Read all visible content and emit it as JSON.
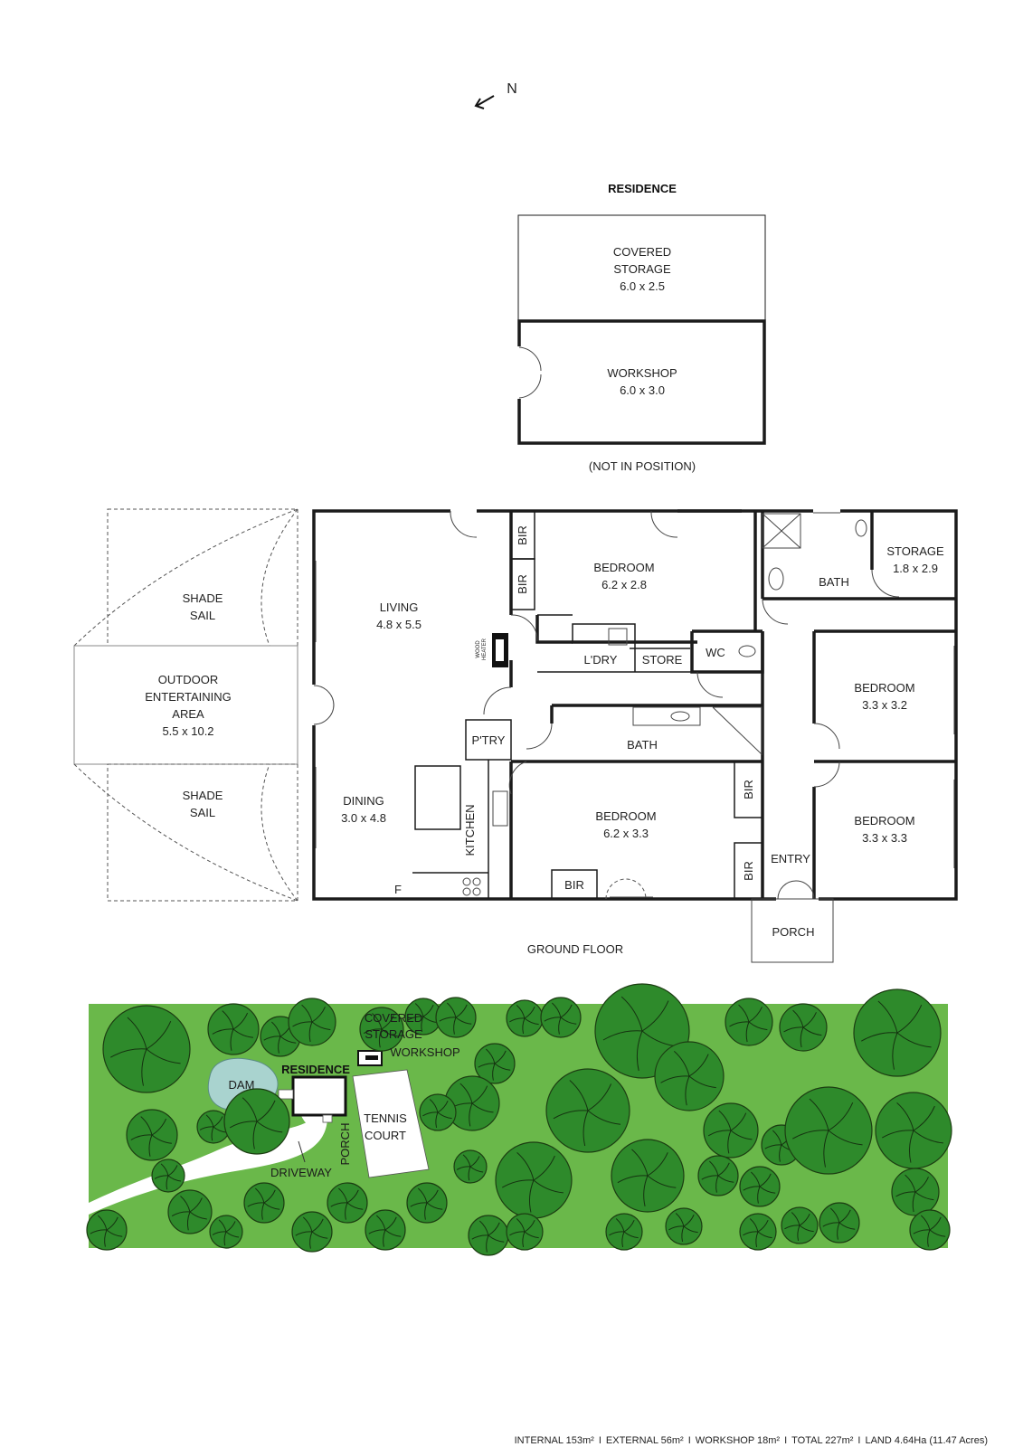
{
  "compass": {
    "letter": "N",
    "icon": "north-arrow-icon"
  },
  "outbuilding": {
    "title": "RESIDENCE",
    "covered_storage": {
      "name": "COVERED",
      "name2": "STORAGE",
      "dims": "6.0 x 2.5"
    },
    "workshop": {
      "name": "WORKSHOP",
      "dims": "6.0 x 3.0"
    },
    "note": "(NOT IN POSITION)"
  },
  "ground_floor": {
    "title": "GROUND FLOOR",
    "shade_sail_top": {
      "l1": "SHADE",
      "l2": "SAIL"
    },
    "shade_sail_bottom": {
      "l1": "SHADE",
      "l2": "SAIL"
    },
    "outdoor": {
      "l1": "OUTDOOR",
      "l2": "ENTERTAINING",
      "l3": "AREA",
      "dims": "5.5 x 10.2"
    },
    "living": {
      "name": "LIVING",
      "dims": "4.8 x 5.5"
    },
    "dining": {
      "name": "DINING",
      "dims": "3.0 x 4.8"
    },
    "kitchen": "KITCHEN",
    "pantry": "P'TRY",
    "fridge": "F",
    "wood_heater": {
      "l1": "WOOD",
      "l2": "HEATER"
    },
    "bir": "BIR",
    "bedroom1": {
      "name": "BEDROOM",
      "dims": "6.2 x 2.8"
    },
    "bedroom2": {
      "name": "BEDROOM",
      "dims": "6.2 x 3.3"
    },
    "bedroom3": {
      "name": "BEDROOM",
      "dims": "3.3 x 3.2"
    },
    "bedroom4": {
      "name": "BEDROOM",
      "dims": "3.3 x 3.3"
    },
    "laundry": "L'DRY",
    "store": "STORE",
    "wc": "WC",
    "bath_main": "BATH",
    "bath_ensuite": "BATH",
    "storage": {
      "name": "STORAGE",
      "dims": "1.8 x 2.9"
    },
    "entry": "ENTRY",
    "porch": "PORCH"
  },
  "site": {
    "covered_storage_l1": "COVERED",
    "covered_storage_l2": "STORAGE",
    "workshop": "WORKSHOP",
    "residence": "RESIDENCE",
    "dam": "DAM",
    "tennis_l1": "TENNIS",
    "tennis_l2": "COURT",
    "porch": "PORCH",
    "driveway": "DRIVEWAY",
    "colors": {
      "grass": "#6ab84a",
      "trees": "#2e8a2b",
      "dam": "#a9d3cf",
      "driveway": "#ffffff"
    }
  },
  "footer": {
    "internal": "INTERNAL 153m²",
    "external": "EXTERNAL 56m²",
    "workshop": "WORKSHOP 18m²",
    "total": "TOTAL 227m²",
    "land": "LAND 4.64Ha (11.47 Acres)",
    "separator": "I"
  }
}
